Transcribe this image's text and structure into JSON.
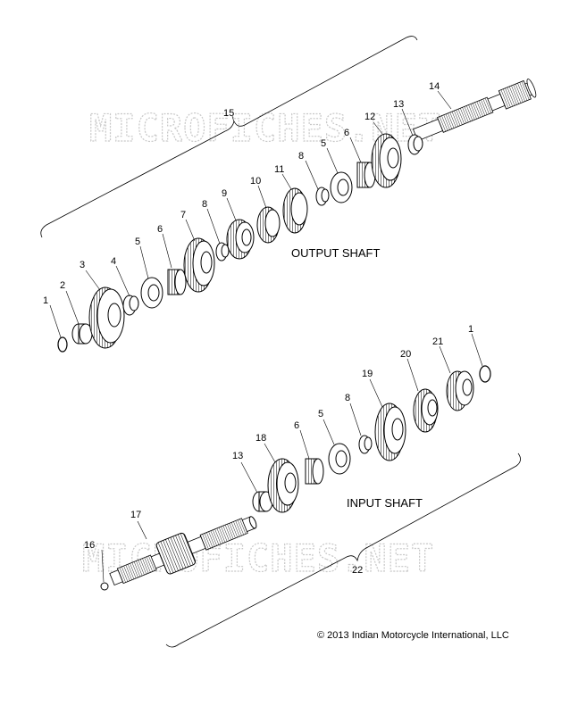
{
  "watermark": "MICROFICHES.NET",
  "titles": {
    "output_shaft": "OUTPUT SHAFT",
    "input_shaft": "INPUT SHAFT"
  },
  "copyright": "© 2013 Indian Motorcycle International, LLC",
  "callouts": {
    "c1a": "1",
    "c2": "2",
    "c3": "3",
    "c4": "4",
    "c5a": "5",
    "c6a": "6",
    "c7": "7",
    "c8a": "8",
    "c9": "9",
    "c10": "10",
    "c11": "11",
    "c8b": "8",
    "c5b": "5",
    "c6b": "6",
    "c12": "12",
    "c13a": "13",
    "c14": "14",
    "c15": "15",
    "c1b": "1",
    "c21": "21",
    "c20": "20",
    "c19": "19",
    "c8c": "8",
    "c5c": "5",
    "c6c": "6",
    "c18": "18",
    "c13b": "13",
    "c17": "17",
    "c16": "16",
    "c22": "22"
  }
}
